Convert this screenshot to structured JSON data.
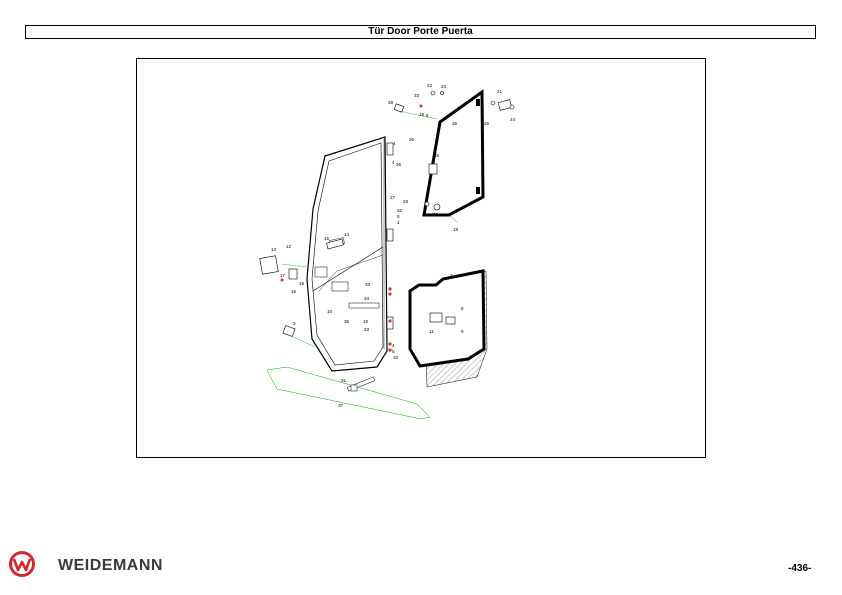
{
  "header": {
    "title": "Tür Door Porte Puerta"
  },
  "footer": {
    "brand": "WEIDEMANN",
    "page_number": "-436-"
  },
  "callouts": [
    {
      "id": "c22",
      "text": "22"
    },
    {
      "id": "c23",
      "text": "23"
    },
    {
      "id": "c33a",
      "text": "33"
    },
    {
      "id": "c38",
      "text": "38"
    },
    {
      "id": "c18a",
      "text": "18"
    },
    {
      "id": "c6a",
      "text": "6"
    },
    {
      "id": "c36",
      "text": "36"
    },
    {
      "id": "c21",
      "text": "21"
    },
    {
      "id": "c26a",
      "text": "26"
    },
    {
      "id": "c24",
      "text": "24"
    },
    {
      "id": "c4a",
      "text": "4"
    },
    {
      "id": "c25a",
      "text": "25"
    },
    {
      "id": "c4b",
      "text": "4"
    },
    {
      "id": "c26b",
      "text": "26"
    },
    {
      "id": "c25b",
      "text": "25"
    },
    {
      "id": "c27",
      "text": "27"
    },
    {
      "id": "c28",
      "text": "28"
    },
    {
      "id": "c29",
      "text": "29"
    },
    {
      "id": "c32a",
      "text": "32"
    },
    {
      "id": "c5a",
      "text": "5"
    },
    {
      "id": "c4c",
      "text": "4"
    },
    {
      "id": "c18b",
      "text": "18"
    },
    {
      "id": "c15",
      "text": "15"
    },
    {
      "id": "c14",
      "text": "14"
    },
    {
      "id": "c13",
      "text": "13"
    },
    {
      "id": "c12",
      "text": "12"
    },
    {
      "id": "c17",
      "text": "17"
    },
    {
      "id": "c19",
      "text": "19"
    },
    {
      "id": "c16",
      "text": "16"
    },
    {
      "id": "c33b",
      "text": "33"
    },
    {
      "id": "c34",
      "text": "34"
    },
    {
      "id": "c10",
      "text": "10"
    },
    {
      "id": "c35",
      "text": "35"
    },
    {
      "id": "c18c",
      "text": "18"
    },
    {
      "id": "c33c",
      "text": "33"
    },
    {
      "id": "c3",
      "text": "3"
    },
    {
      "id": "c4d",
      "text": "4"
    },
    {
      "id": "c5b",
      "text": "5"
    },
    {
      "id": "c32b",
      "text": "32"
    },
    {
      "id": "c31",
      "text": "31"
    },
    {
      "id": "c37",
      "text": "37"
    },
    {
      "id": "c2",
      "text": "2"
    },
    {
      "id": "c8",
      "text": "8"
    },
    {
      "id": "c11",
      "text": "11"
    },
    {
      "id": "c9",
      "text": "9"
    }
  ]
}
